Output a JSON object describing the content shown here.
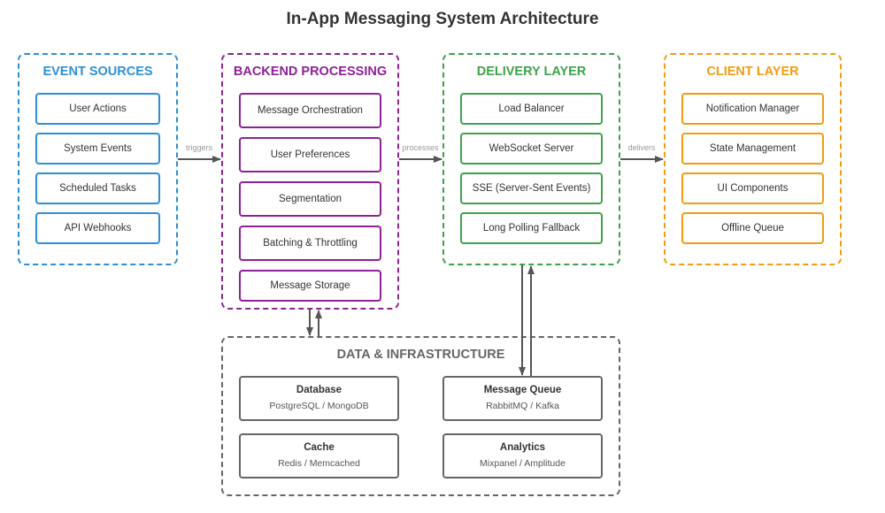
{
  "title": "In-App Messaging System Architecture",
  "colors": {
    "event_sources": "#2e8fd6",
    "backend": "#8e2196",
    "delivery": "#3fa24a",
    "client": "#f39c12",
    "infrastructure": "#666666",
    "connector": "#555555"
  },
  "layers": {
    "event_sources": {
      "title": "EVENT SOURCES",
      "items": [
        "User Actions",
        "System Events",
        "Scheduled Tasks",
        "API Webhooks"
      ]
    },
    "backend": {
      "title": "BACKEND PROCESSING",
      "items": [
        "Message Orchestration",
        "User Preferences",
        "Segmentation",
        "Batching & Throttling",
        "Message Storage"
      ]
    },
    "delivery": {
      "title": "DELIVERY LAYER",
      "items": [
        "Load Balancer",
        "WebSocket Server",
        "SSE (Server-Sent Events)",
        "Long Polling Fallback"
      ]
    },
    "client": {
      "title": "CLIENT LAYER",
      "items": [
        "Notification Manager",
        "State Management",
        "UI Components",
        "Offline Queue"
      ]
    },
    "infrastructure": {
      "title": "DATA & INFRASTRUCTURE",
      "items": [
        {
          "name": "Database",
          "detail": "PostgreSQL / MongoDB"
        },
        {
          "name": "Message Queue",
          "detail": "RabbitMQ / Kafka"
        },
        {
          "name": "Cache",
          "detail": "Redis / Memcached"
        },
        {
          "name": "Analytics",
          "detail": "Mixpanel / Amplitude"
        }
      ]
    }
  },
  "connectors": {
    "sources_to_backend": "triggers",
    "backend_to_delivery": "processes",
    "delivery_to_client": "delivers"
  }
}
